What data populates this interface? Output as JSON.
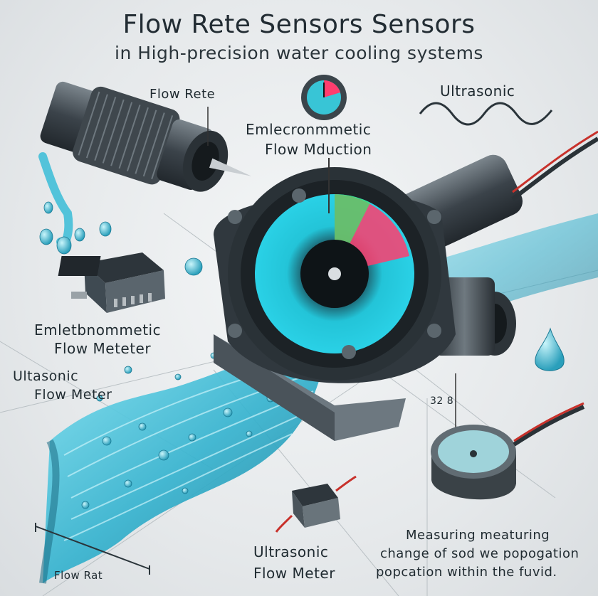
{
  "title": {
    "line1": "Flow Rete   Sensors Sensors",
    "line2": "in High-precision water cooling systems"
  },
  "labels": {
    "flow_rete": "Flow Rete",
    "ultrasonic_top": "Ultrasonic",
    "emf_induction_line1": "Emlecronmmetic",
    "emf_induction_line2": "Flow Mduction",
    "emf_meter_line1": "Emletbnommetic",
    "emf_meter_line2": "Flow Meteter",
    "ultrasonic_meter_left_line1": "Ultasonic",
    "ultrasonic_meter_left_line2": "Flow Meter",
    "reading": "32 8",
    "ultrasonic_meter_bottom_line1": "Ultrasonic",
    "ultrasonic_meter_bottom_line2": "Flow Meter",
    "flow_rat": "Flow Rat",
    "caption_line1": "Measuring meaturing",
    "caption_line2": "change of sod we popogation",
    "caption_line3": "popcation within the fuvid."
  },
  "colors": {
    "water": "#3fb7d2",
    "water_dark": "#1e7f9a",
    "metal_dark": "#3a4249",
    "metal_mid": "#5d666d",
    "dial_red": "#ff3d6e",
    "dial_green": "#3ee36b",
    "wire_red": "#c8312b"
  }
}
